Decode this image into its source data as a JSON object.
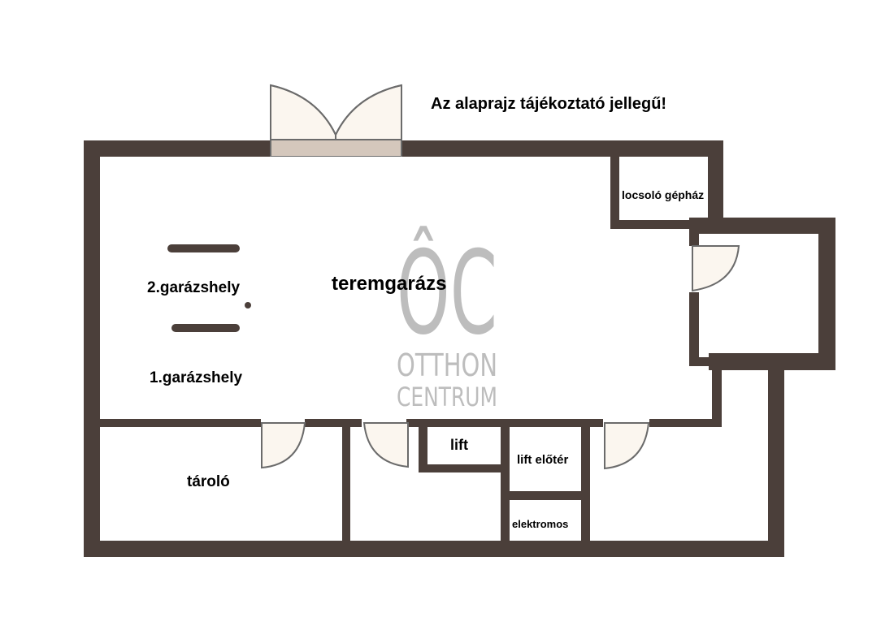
{
  "notice": "Az alaprajz tájékoztató jellegű!",
  "rooms": {
    "main_hall": "teremgarázs",
    "parking_2": "2.garázshely",
    "parking_1": "1.garázshely",
    "sprinkler_room": "locsoló gépház",
    "storage": "tároló",
    "lift": "lift",
    "lift_lobby": "lift előtér",
    "electrical": "elektromos"
  },
  "watermark": {
    "monogram": "ÔC",
    "line1": "OTTHON",
    "line2": "CENTRUM"
  },
  "colors": {
    "wall": "#4b3f3a",
    "door_fill": "#fbf6ef",
    "door_line": "#6b6b6b",
    "watermark": "#bdbdbd"
  }
}
